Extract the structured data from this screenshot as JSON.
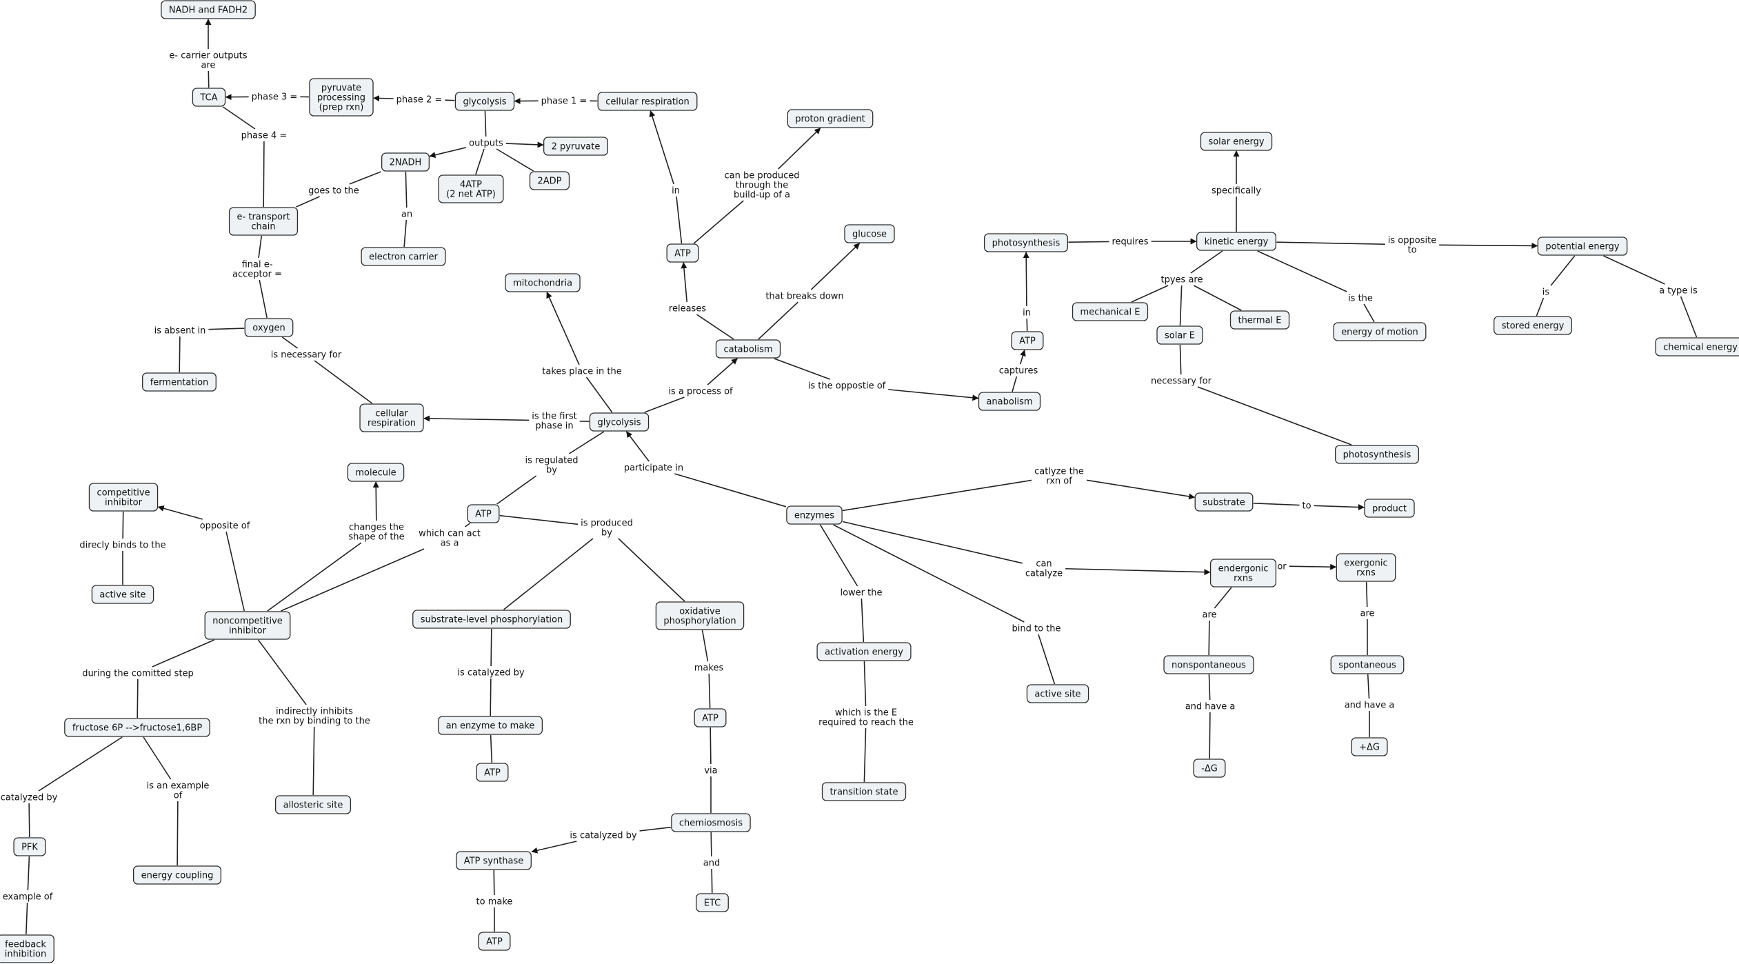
{
  "concept_map": {
    "nodes": {
      "nadh_fadh2": "NADH and FADH2",
      "tca": "TCA",
      "pyruvate_processing": "pyruvate\nprocessing\n(prep rxn)",
      "glycolysis_top": "glycolysis",
      "cellular_respiration_top": "cellular respiration",
      "two_nadh": "2NADH",
      "four_atp": "4ATP\n(2 net ATP)",
      "two_adp": "2ADP",
      "two_pyruvate": "2 pyruvate",
      "electron_carrier": "electron carrier",
      "e_transport_chain": "e- transport\nchain",
      "oxygen": "oxygen",
      "fermentation": "fermentation",
      "cellular_respiration_mid": "cellular\nrespiration",
      "mitochondria": "mitochondria",
      "glycolysis_center": "glycolysis",
      "atp_upper": "ATP",
      "proton_gradient": "proton gradient",
      "glucose": "glucose",
      "catabolism": "catabolism",
      "anabolism": "anabolism",
      "atp_right": "ATP",
      "photosynthesis_top": "photosynthesis",
      "kinetic_energy": "kinetic energy",
      "solar_energy": "solar energy",
      "potential_energy": "potential energy",
      "mechanical_e": "mechanical E",
      "solar_e": "solar E",
      "thermal_e": "thermal E",
      "energy_of_motion": "energy of motion",
      "stored_energy": "stored energy",
      "chemical_energy": "chemical energy",
      "photosynthesis_lower": "photosynthesis",
      "molecule": "molecule",
      "competitive_inhibitor": "competitive\ninhibitor",
      "active_site_left": "active site",
      "noncompetitive_inhibitor": "noncompetitive\ninhibitor",
      "atp_mid": "ATP",
      "enzymes": "enzymes",
      "substrate": "substrate",
      "product": "product",
      "endergonic": "endergonic\nrxns",
      "exergonic": "exergonic\nrxns",
      "nonspontaneous": "nonspontaneous",
      "spontaneous": "spontaneous",
      "neg_dg": "-ΔG",
      "pos_dg": "+ΔG",
      "activation_energy": "activation energy",
      "transition_state": "transition state",
      "active_site_right": "active site",
      "substrate_level_phos": "substrate-level phosphorylation",
      "oxidative_phos": "oxidative\nphosphorylation",
      "enzyme_to_make": "an enzyme to make",
      "atp_slp": "ATP",
      "atp_ox": "ATP",
      "chemiosmosis": "chemiosmosis",
      "atp_synthase": "ATP synthase",
      "etc": "ETC",
      "atp_bottom": "ATP",
      "fructose": "fructose 6P -->fructose1,6BP",
      "pfk": "PFK",
      "feedback_inhibition": "feedback\ninhibition",
      "energy_coupling": "energy coupling",
      "allosteric_site": "allosteric site"
    },
    "labels": {
      "e_carrier_outputs": "e- carrier outputs\nare",
      "phase3": "phase 3 =",
      "phase2": "phase 2 =",
      "phase1": "phase 1 =",
      "outputs": "outputs",
      "phase4": "phase 4 =",
      "goes_to_the": "goes to the",
      "an": "an",
      "final_acceptor": "final e-\nacceptor =",
      "is_absent_in": "is absent in",
      "is_necessary_for": "is necessary for",
      "in_atp": "in",
      "can_be_produced": "can be produced\nthrough the\nbuild-up of a",
      "releases": "releases",
      "that_breaks_down": "that breaks down",
      "takes_place_in": "takes place in the",
      "is_a_process_of": "is a process of",
      "is_the_opposite_of": "is the oppostie of",
      "captures": "captures",
      "in_photo": "in",
      "requires": "requires",
      "specifically": "specifically",
      "is_opposite_to": "is opposite\nto",
      "types_are": "tpyes are",
      "is_the": "is the",
      "is": "is",
      "a_type_is": "a type is",
      "necessary_for": "necessary for",
      "is_first_phase": "is the first\nphase in",
      "is_regulated_by": "is regulated\nby",
      "participate_in": "participate in",
      "catalyze_rxn": "catlyze the\nrxn of",
      "to": "to",
      "can_catalyze": "can\ncatalyze",
      "or": "or",
      "are_left": "are",
      "are_right": "are",
      "and_have_a_left": "and have a",
      "and_have_a_right": "and have a",
      "lower_the": "lower the",
      "which_is_the_e": "which is the E\nrequired to reach the",
      "bind_to_the": "bind to the",
      "is_produced_by": "is produced\nby",
      "which_can_act": "which can act\nas a",
      "changes_shape": "changes the\nshape of the",
      "opposite_of": "opposite of",
      "directly_binds": "direcly binds to the",
      "during_step": "during the comitted step",
      "indirectly_inhibits": "indirectly inhibits\nthe rxn by binding to the",
      "catalyzed_by": "catalyzed by",
      "is_an_example_of": "is an example\nof",
      "example_of": "example of",
      "is_catalyzed_by_slp": "is catalyzed by",
      "makes": "makes",
      "via": "via",
      "is_catalyzed_by_chemi": "is catalyzed by",
      "and": "and",
      "to_make": "to make"
    }
  }
}
